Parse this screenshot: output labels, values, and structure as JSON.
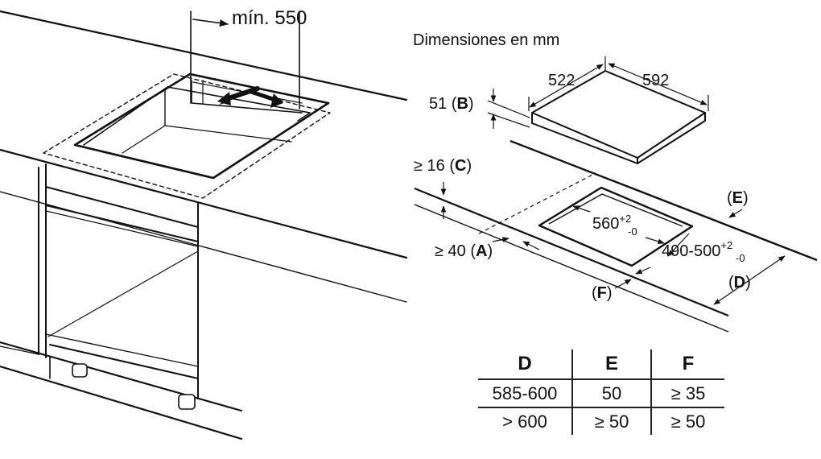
{
  "left_figure": {
    "min_width_label": "mín. 550"
  },
  "right_figure": {
    "title": "Dimensiones en mm",
    "hob_depth": "522",
    "hob_width": "592",
    "hob_height_label": "51 (",
    "hob_height_letter": "B",
    "worktop_label": "≥ 16 (",
    "worktop_letter": "C",
    "cutout_width_base": "560",
    "cutout_width_plus": "+2",
    "cutout_width_minus": "-0",
    "cutout_depth_base": "490-500",
    "cutout_depth_plus": "+2",
    "cutout_depth_minus": "-0",
    "front_gap_label": "≥ 40 (",
    "front_gap_letter": "A",
    "letter_e": "E",
    "letter_d": "D",
    "letter_f": "F",
    "paren_open": "(",
    "paren_close": ")"
  },
  "table": {
    "headers": [
      "D",
      "E",
      "F"
    ],
    "rows": [
      [
        "585-600",
        "50",
        "≥ 35"
      ],
      [
        "> 600",
        "≥ 50",
        "≥ 50"
      ]
    ]
  }
}
